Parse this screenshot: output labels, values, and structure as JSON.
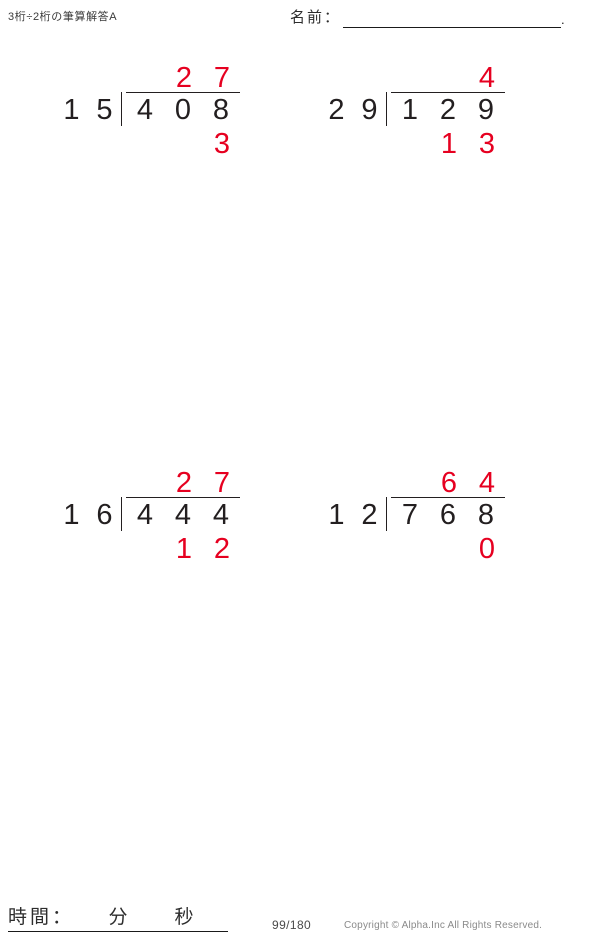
{
  "header": {
    "title": "3桁÷2桁の筆算解答A",
    "name_label": "名前：",
    "name_value": "",
    "name_period": "."
  },
  "footer": {
    "time_label": "時間：　　分　　秒",
    "page_number": "99/180",
    "copyright": "Copyright © Alpha.Inc All Rights Reserved."
  },
  "colors": {
    "ink": "#231f20",
    "answer": "#e60020"
  },
  "problems": [
    {
      "id": "problem-1",
      "divisor": "15",
      "dividend": "408",
      "quotient": "27",
      "remainder": "3",
      "divisor_digits": [
        "1",
        "5"
      ],
      "dividend_digits": [
        "4",
        "0",
        "8"
      ],
      "quotient_digits": [
        "",
        "2",
        "7"
      ],
      "remainder_digits": [
        "",
        "",
        "3"
      ]
    },
    {
      "id": "problem-2",
      "divisor": "29",
      "dividend": "129",
      "quotient": "4",
      "remainder": "13",
      "divisor_digits": [
        "2",
        "9"
      ],
      "dividend_digits": [
        "1",
        "2",
        "9"
      ],
      "quotient_digits": [
        "",
        "",
        "4"
      ],
      "remainder_digits": [
        "",
        "1",
        "3"
      ]
    },
    {
      "id": "problem-3",
      "divisor": "16",
      "dividend": "444",
      "quotient": "27",
      "remainder": "12",
      "divisor_digits": [
        "1",
        "6"
      ],
      "dividend_digits": [
        "4",
        "4",
        "4"
      ],
      "quotient_digits": [
        "",
        "2",
        "7"
      ],
      "remainder_digits": [
        "",
        "1",
        "2"
      ]
    },
    {
      "id": "problem-4",
      "divisor": "12",
      "dividend": "768",
      "quotient": "64",
      "remainder": "0",
      "divisor_digits": [
        "1",
        "2"
      ],
      "dividend_digits": [
        "7",
        "6",
        "8"
      ],
      "quotient_digits": [
        "",
        "6",
        "4"
      ],
      "remainder_digits": [
        "",
        "",
        "0"
      ]
    }
  ]
}
